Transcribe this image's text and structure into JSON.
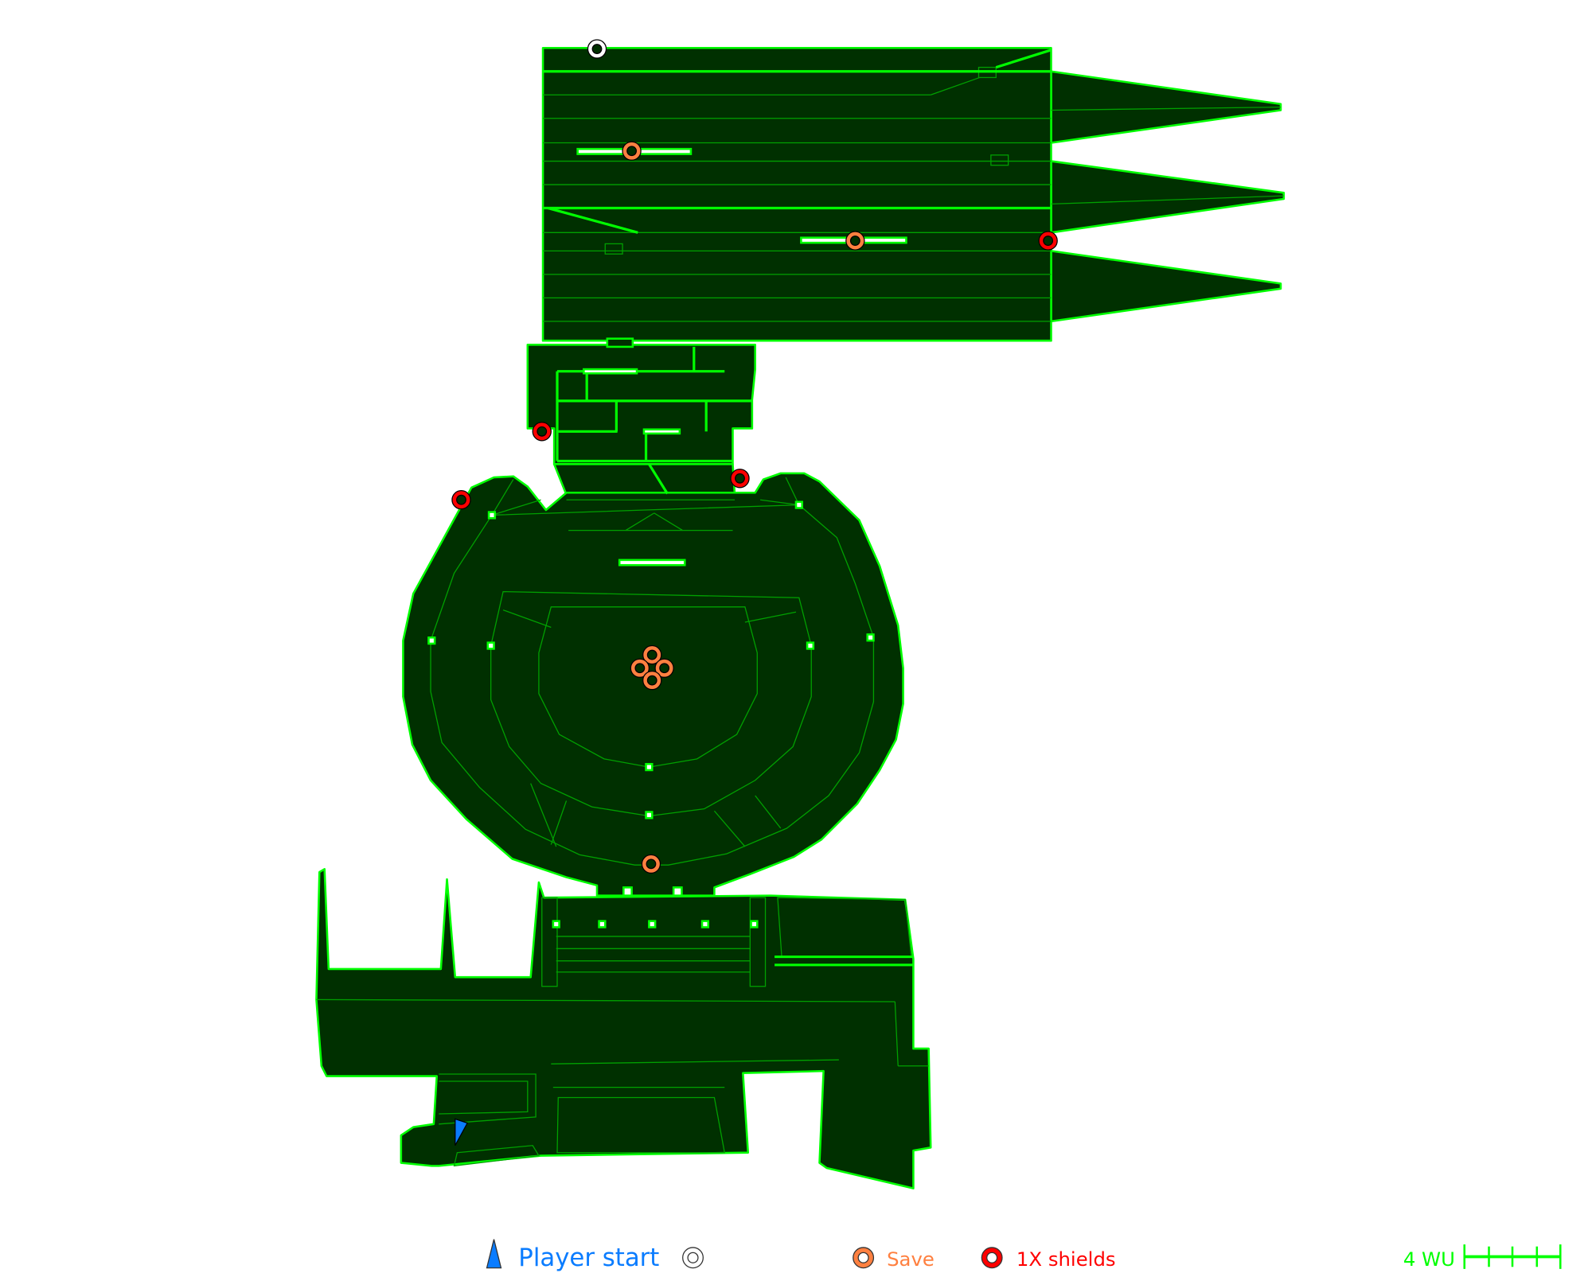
{
  "map": {
    "floor_color": "#003000",
    "wall_color": "#00ff00",
    "wall_dim_color": "#00a000"
  },
  "legend": {
    "player_start": {
      "label": "Player start",
      "color": "#0a7cff"
    },
    "unknown_marker": {
      "label": "",
      "color": "#ffffff"
    },
    "save": {
      "label": "Save",
      "color": "#ff8040"
    },
    "shields": {
      "label": "1X shields",
      "color": "#ff0000"
    },
    "scale": {
      "label": "4 WU",
      "color": "#00ff00",
      "units": 4
    }
  }
}
